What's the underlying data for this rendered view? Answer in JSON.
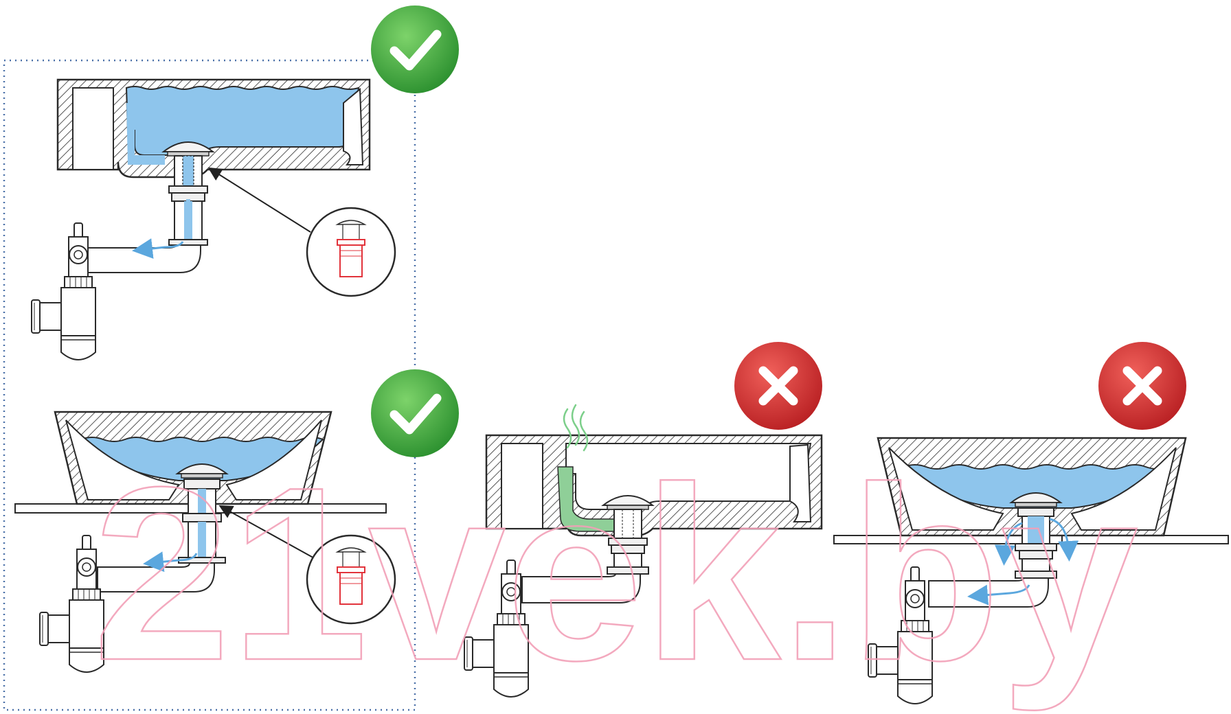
{
  "watermark": {
    "text": "21vek.by",
    "color": "#f2a0b8"
  },
  "colors": {
    "water": "#8ec5ec",
    "water_dark": "#5ba7de",
    "stagnant": "#8fcf98",
    "odor": "#7ccf8a",
    "ok_badge": "#3da63a",
    "bad_badge": "#d8332e",
    "stroke": "#2a2a2a",
    "highlight_part": "#e2333b",
    "frame": "#4a70a8"
  },
  "scenes": [
    {
      "id": "wall-basin-with-overflow",
      "verdict": "correct",
      "badge_icon": "check-icon",
      "inset": "drain-cap-detail"
    },
    {
      "id": "vessel-basin-on-counter",
      "verdict": "correct",
      "badge_icon": "check-icon",
      "inset": "drain-cap-detail"
    },
    {
      "id": "basin-overflow-blocked-odor",
      "verdict": "incorrect",
      "badge_icon": "cross-icon"
    },
    {
      "id": "vessel-basin-leak",
      "verdict": "incorrect",
      "badge_icon": "cross-icon"
    }
  ]
}
